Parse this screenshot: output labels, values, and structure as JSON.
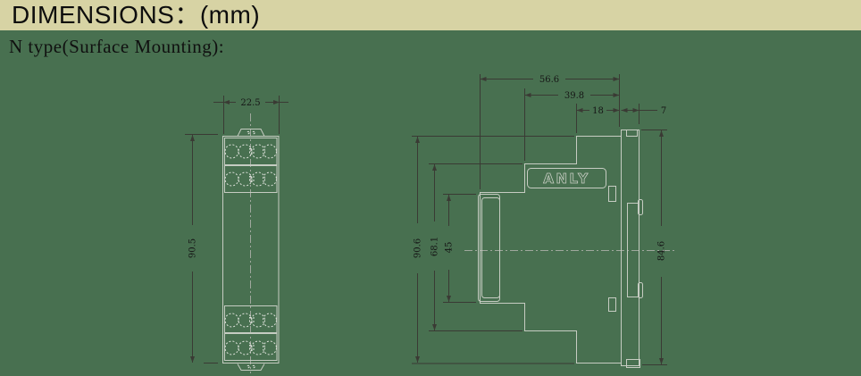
{
  "colors": {
    "background": "#487050",
    "header_bg": "#d7d3a4",
    "drawing_lines": "#c6ccc2",
    "dimension_lines": "#3a3a34",
    "text": "#0d0d0d"
  },
  "header": {
    "title": "DIMENSIONS：(mm)"
  },
  "subtitle": {
    "text": "N type(Surface Mounting):"
  },
  "front_view": {
    "label": "front view drawing",
    "width": "22.5",
    "height": "90.5"
  },
  "side_view": {
    "label": "side view drawing",
    "logo": "ANLY",
    "overall_depth": "56.6",
    "body_depth": "39.8",
    "rear_depth": "18",
    "rail_hook_depth": "7",
    "overall_height": "90.6",
    "body_height": "68.1",
    "front_panel_height": "45",
    "rear_height": "84.6"
  }
}
